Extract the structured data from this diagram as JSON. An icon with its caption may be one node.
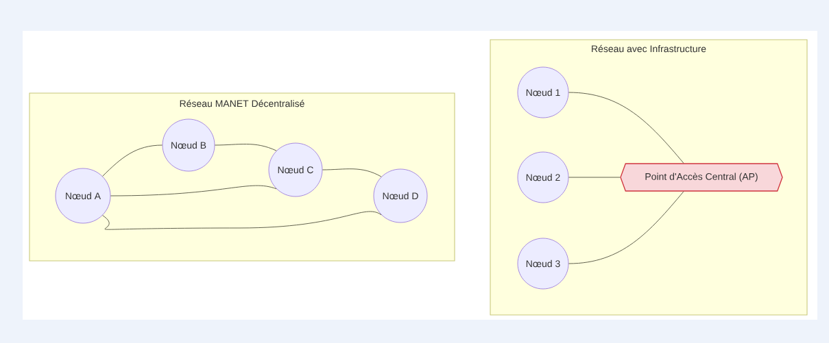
{
  "diagram": {
    "nodes": [
      {
        "text": [
          "Réseau MANET Décentralisé"
        ]
      },
      {
        "text": [
          "Nœud A"
        ],
        "in": 0
      },
      {
        "text": [
          "Nœud B"
        ],
        "in": 0
      },
      {
        "text": [
          "Nœud C"
        ],
        "in": 0
      },
      {
        "text": [
          "Nœud D"
        ],
        "in": 0
      },
      {
        "text": [
          "Réseau avec Infrastructure"
        ]
      },
      {
        "text": [
          "Nœud 1"
        ],
        "in": 5
      },
      {
        "text": [
          "Nœud 2"
        ],
        "in": 5
      },
      {
        "text": [
          "Nœud 3"
        ],
        "in": 5
      },
      {
        "text": [
          "Point d'Accès Central (AP)"
        ],
        "in": 5
      }
    ],
    "edges": [
      {
        "from": 1,
        "to": 2,
        "arrow": "none"
      },
      {
        "from": 1,
        "to": 3,
        "arrow": "none"
      },
      {
        "from": 1,
        "to": 4,
        "arrow": "none"
      },
      {
        "from": 2,
        "to": 3,
        "arrow": "none"
      },
      {
        "from": 3,
        "to": 4,
        "arrow": "none"
      },
      {
        "from": 6,
        "to": 9,
        "arrow": "none"
      },
      {
        "from": 7,
        "to": 9,
        "arrow": "none"
      },
      {
        "from": 8,
        "to": 9,
        "arrow": "none"
      }
    ]
  }
}
